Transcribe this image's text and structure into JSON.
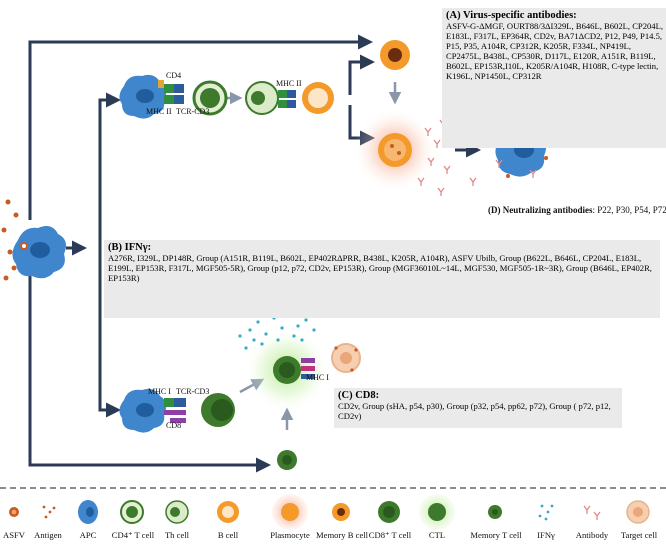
{
  "boxes": {
    "virus_specific": {
      "heading": "(A) Virus-specific antibodies:",
      "text": "ASFV-G-ΔMGF, OURT88/3ΔI329L, B646L, B602L, CP204L, E183L, F317L, EP364R, CD2v, BA71ΔCD2, P12, P49, P14.5, P15, P35, A104R, CP312R, K205R, F334L, NP419L, CP2475L, B438L, CP530R, D117L, E120R, A151R, B119L, B602L, EP153R,I10L, K205R/A104R, H108R, C-type lectin, K196L, NP1450L, CP312R"
    },
    "neutralizing": {
      "heading": "(D) Neutralizing antibodies",
      "text": ": P22, P30, P54, P72"
    },
    "ifn": {
      "heading": "(B) IFNγ:",
      "text": "A276R, I329L, DP148R, Group (A151R, B119L, B602L, EP402RΔPRR, B438L, K205R, A104R), ASFV Ubilb, Group (B622L, B646L, CP204L, E183L, E199L, EP153R, F317L, MGF505-5R), Group (p12, p72, CD2v, EP153R), Group (MGF36010L~14L, MGF530, MGF505-1R~3R), Group (B646L, EP402R, EP153R)"
    },
    "cd8": {
      "heading": "(C) CD8:",
      "text": "CD2v, Group (sHA, p54, p30), Group (p32, p54, pp62, p72), Group ( p72, p12, CD2v)"
    }
  },
  "diagram_labels": {
    "cd4": "CD4",
    "mhc2_left": "MHC II",
    "tcr_cd3_top": "TCR-CD3",
    "mhc2_right": "MHC II",
    "mhc1_left": "MHC I",
    "tcr_cd3_bottom": "TCR-CD3",
    "cd8": "CD8",
    "mhc1_right": "MHC I"
  },
  "legend": {
    "items": [
      {
        "icon": "asfv-icon",
        "label": "ASFV"
      },
      {
        "icon": "antigen-icon",
        "label": "Antigen"
      },
      {
        "icon": "apc-icon",
        "label": "APC"
      },
      {
        "icon": "cd4-t-cell-icon",
        "label": "CD4⁺ T cell"
      },
      {
        "icon": "th-cell-icon",
        "label": "Th cell"
      },
      {
        "icon": "b-cell-icon",
        "label": "B cell"
      },
      {
        "icon": "plasmocyte-icon",
        "label": "Plasmocyte"
      },
      {
        "icon": "memory-b-cell-icon",
        "label": "Memory B cell"
      },
      {
        "icon": "cd8-t-cell-icon",
        "label": "CD8⁺ T cell"
      },
      {
        "icon": "ctl-icon",
        "label": "CTL"
      },
      {
        "icon": "memory-t-cell-icon",
        "label": "Memory T cell"
      },
      {
        "icon": "ifn-gamma-icon",
        "label": "IFNγ"
      },
      {
        "icon": "antibody-icon",
        "label": "Antibody"
      },
      {
        "icon": "target-cell-icon",
        "label": "Target cell"
      }
    ]
  },
  "colors": {
    "arrow": "#2b3a55",
    "apc": "#3f86cc",
    "apc_nucleus": "#1f5d9e",
    "asfv": "#c95b1f",
    "t_cell": "#3d7a2b",
    "t_cell_light": "#dcebc9",
    "b_cell": "#f39a2a",
    "plasma_glow": "#f7a889",
    "ifn": "#39a9c9",
    "antibody": "#e08a8a",
    "target_cell": "#f6cfb0",
    "ctl_glow": "#a8e07a"
  }
}
